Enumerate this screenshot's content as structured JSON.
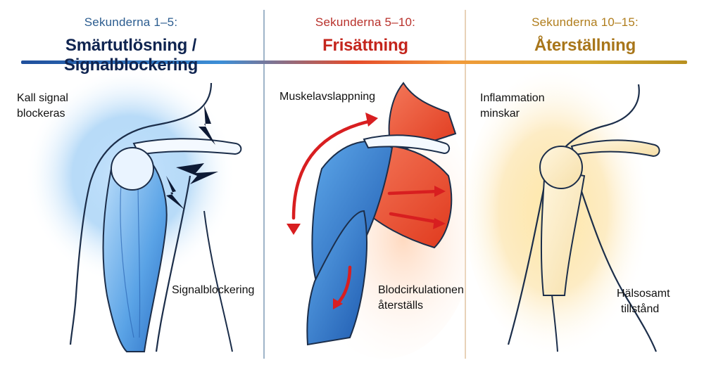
{
  "panels": [
    {
      "phase": "Sekunderna 1–5:",
      "title": "Smärtutlösning / Signalblockering",
      "label_a": [
        "Kall signal",
        "blockeras"
      ],
      "label_b": [
        "Signalblockering"
      ]
    },
    {
      "phase": "Sekunderna 5–10:",
      "title": "Frisättning",
      "label_a": [
        "Muskelavslappning"
      ],
      "label_b": [
        "Blodcirkulationen",
        "återställs"
      ]
    },
    {
      "phase": "Sekunderna 10–15:",
      "title": "Återställning",
      "label_a": [
        "Inflammation",
        "minskar"
      ],
      "label_b": [
        "Hälsosamt",
        "tillstånd"
      ]
    }
  ],
  "colors": {
    "cold": "#3f8fd8",
    "release": "#e8452a",
    "recovery": "#f2c04a",
    "outline": "#1c2e4a"
  },
  "icons": [
    "lightning-bolt-icon",
    "red-arrow-icon"
  ]
}
